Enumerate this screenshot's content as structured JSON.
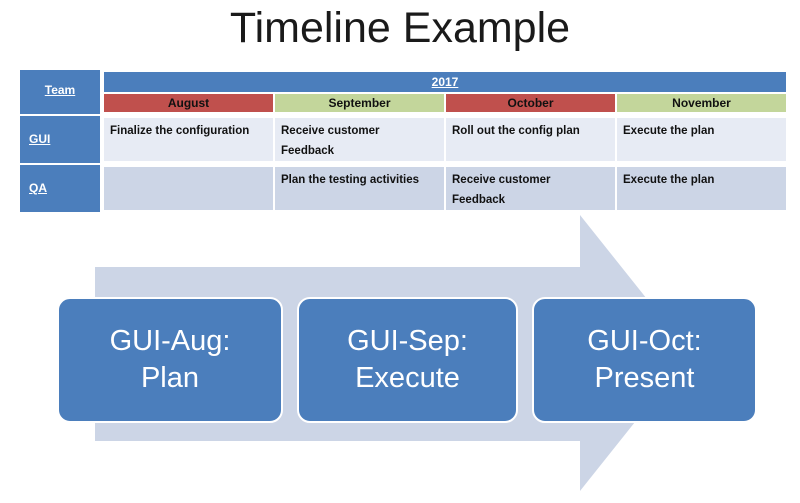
{
  "title": "Timeline Example",
  "table": {
    "team_header": "Team",
    "year_header": "2017",
    "months": [
      {
        "label": "August",
        "color": "#c0504d"
      },
      {
        "label": "September",
        "color": "#c3d69b"
      },
      {
        "label": "October",
        "color": "#c0504d"
      },
      {
        "label": "November",
        "color": "#c3d69b"
      }
    ],
    "rows": [
      {
        "team": "GUI",
        "row_color": "#e7ebf4",
        "cells": [
          "Finalize the configuration",
          "Receive customer\n Feedback",
          "Roll out the config plan",
          "Execute the plan"
        ]
      },
      {
        "team": "QA",
        "row_color": "#ccd5e6",
        "cells": [
          "",
          "Plan the testing activities",
          "Receive customer\nFeedback",
          "Execute the plan"
        ]
      }
    ]
  },
  "process": {
    "arrow_color": "#ccd5e6",
    "box_color": "#4b7ebc",
    "boxes": [
      {
        "label": "GUI-Aug:\nPlan"
      },
      {
        "label": "GUI-Sep:\nExecute"
      },
      {
        "label": "GUI-Oct:\nPresent"
      }
    ]
  }
}
